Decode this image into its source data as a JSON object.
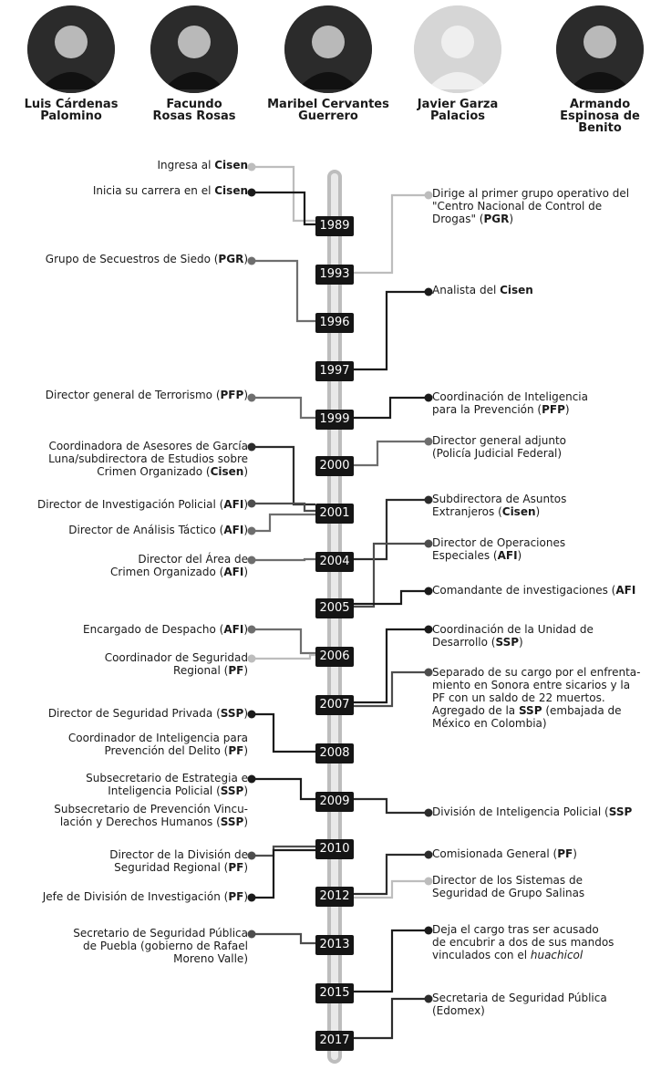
{
  "people": [
    {
      "name": [
        "Luis Cárdenas",
        "Palomino"
      ],
      "avatar": "portrait-man-dark-suit",
      "color": "#1b1b1b"
    },
    {
      "name": [
        "Facundo",
        "Rosas Rosas"
      ],
      "avatar": "portrait-man-dark-suit",
      "color": "#6e6e6e"
    },
    {
      "name": [
        "Maribel Cervantes",
        "Guerrero"
      ],
      "avatar": "portrait-woman",
      "color": "#2c2c2c"
    },
    {
      "name": [
        "Javier Garza",
        "Palacios"
      ],
      "avatar": "silhouette-placeholder",
      "color": "#bdbdbd"
    },
    {
      "name": [
        "Armando",
        "Espinosa de",
        "Benito"
      ],
      "avatar": "portrait-man-glasses",
      "color": "#4d4d4d"
    }
  ],
  "years": [
    "1989",
    "1993",
    "1996",
    "1997",
    "1999",
    "2000",
    "2001",
    "2004",
    "2005",
    "2006",
    "2007",
    "2008",
    "2009",
    "2010",
    "2012",
    "2013",
    "2015",
    "2017"
  ],
  "events_left": [
    {
      "parts": [
        {
          "t": "Ingresa al "
        },
        {
          "t": "Cisen",
          "b": true
        }
      ]
    },
    {
      "parts": [
        {
          "t": "Inicia su carrera en el "
        },
        {
          "t": "Cisen",
          "b": true
        }
      ]
    },
    {
      "parts": [
        {
          "t": "Grupo de Secuestros de Siedo ("
        },
        {
          "t": "PGR",
          "b": true
        },
        {
          "t": ")"
        }
      ]
    },
    {
      "parts": [
        {
          "t": "Director general de Terrorismo ("
        },
        {
          "t": "PFP",
          "b": true
        },
        {
          "t": ")"
        }
      ]
    },
    {
      "parts": [
        {
          "t": "Coordinadora de Asesores de García\nLuna/subdirectora de Estudios sobre\nCrimen Organizado ("
        },
        {
          "t": "Cisen",
          "b": true
        },
        {
          "t": ")"
        }
      ]
    },
    {
      "parts": [
        {
          "t": "Director de Investigación Policial ("
        },
        {
          "t": "AFI",
          "b": true
        },
        {
          "t": ")"
        }
      ]
    },
    {
      "parts": [
        {
          "t": "Director de Análisis Táctico ("
        },
        {
          "t": "AFI",
          "b": true
        },
        {
          "t": ")"
        }
      ]
    },
    {
      "parts": [
        {
          "t": "Director del Área de\nCrimen Organizado ("
        },
        {
          "t": "AFI",
          "b": true
        },
        {
          "t": ")"
        }
      ]
    },
    {
      "parts": [
        {
          "t": "Encargado de Despacho ("
        },
        {
          "t": "AFI",
          "b": true
        },
        {
          "t": ")"
        }
      ]
    },
    {
      "parts": [
        {
          "t": "Coordinador de Seguridad\nRegional ("
        },
        {
          "t": "PF",
          "b": true
        },
        {
          "t": ")"
        }
      ]
    },
    {
      "parts": [
        {
          "t": "Director de Seguridad Privada ("
        },
        {
          "t": "SSP",
          "b": true
        },
        {
          "t": ")"
        }
      ]
    },
    {
      "parts": [
        {
          "t": "Coordinador de Inteligencia para\nPrevención del Delito ("
        },
        {
          "t": "PF",
          "b": true
        },
        {
          "t": ")"
        }
      ]
    },
    {
      "parts": [
        {
          "t": "Subsecretario de Estrategia e\nInteligencia Policial ("
        },
        {
          "t": "SSP",
          "b": true
        },
        {
          "t": ")"
        }
      ]
    },
    {
      "parts": [
        {
          "t": "Subsecretario de Prevención Vincu-\nlación y Derechos Humanos ("
        },
        {
          "t": "SSP",
          "b": true
        },
        {
          "t": ")"
        }
      ]
    },
    {
      "parts": [
        {
          "t": "Director de la División de\nSeguridad Regional ("
        },
        {
          "t": "PF",
          "b": true
        },
        {
          "t": ")"
        }
      ]
    },
    {
      "parts": [
        {
          "t": "Jefe de División de Investigación ("
        },
        {
          "t": "PF",
          "b": true
        },
        {
          "t": ")"
        }
      ]
    },
    {
      "parts": [
        {
          "t": "Secretario de Seguridad Pública\nde Puebla (gobierno de Rafael\nMoreno Valle)"
        }
      ]
    }
  ],
  "events_right": [
    {
      "parts": [
        {
          "t": "Dirige al primer grupo operativo del\n\"Centro Nacional de Control de\nDrogas\" ("
        },
        {
          "t": "PGR",
          "b": true
        },
        {
          "t": ")"
        }
      ]
    },
    {
      "parts": [
        {
          "t": "Analista del "
        },
        {
          "t": "Cisen",
          "b": true
        }
      ]
    },
    {
      "parts": [
        {
          "t": "Coordinación de Inteligencia\npara la Prevención ("
        },
        {
          "t": "PFP",
          "b": true
        },
        {
          "t": ")"
        }
      ]
    },
    {
      "parts": [
        {
          "t": "Director general adjunto\n(Policía Judicial Federal)"
        }
      ]
    },
    {
      "parts": [
        {
          "t": "Subdirectora de Asuntos\nExtranjeros ("
        },
        {
          "t": "Cisen",
          "b": true
        },
        {
          "t": ")"
        }
      ]
    },
    {
      "parts": [
        {
          "t": "Director de Operaciones\nEspeciales ("
        },
        {
          "t": "AFI",
          "b": true
        },
        {
          "t": ")"
        }
      ]
    },
    {
      "parts": [
        {
          "t": "Comandante de investigaciones ("
        },
        {
          "t": "AFI",
          "b": true
        }
      ]
    },
    {
      "parts": [
        {
          "t": "Coordinación de la Unidad de\nDesarrollo ("
        },
        {
          "t": "SSP",
          "b": true
        },
        {
          "t": ")"
        }
      ]
    },
    {
      "parts": [
        {
          "t": "Separado de su cargo por el enfrenta-\nmiento en Sonora entre sicarios y la\nPF con un saldo de 22 muertos.\nAgregado de la "
        },
        {
          "t": "SSP",
          "b": true
        },
        {
          "t": " (embajada de\nMéxico en Colombia)"
        }
      ]
    },
    {
      "parts": [
        {
          "t": "División de Inteligencia Policial ("
        },
        {
          "t": "SSP",
          "b": true
        }
      ]
    },
    {
      "parts": [
        {
          "t": "Comisionada General ("
        },
        {
          "t": "PF",
          "b": true
        },
        {
          "t": ")"
        }
      ]
    },
    {
      "parts": [
        {
          "t": "Director de los Sistemas de\nSeguridad de Grupo Salinas"
        }
      ]
    },
    {
      "parts": [
        {
          "t": "Deja el cargo tras ser acusado\nde encubrir a dos de sus mandos\nvinculados con el "
        },
        {
          "t": "huachicol",
          "i": true
        }
      ]
    },
    {
      "parts": [
        {
          "t": "Secretaria de Seguridad Pública\n(Edomex)"
        }
      ]
    }
  ]
}
